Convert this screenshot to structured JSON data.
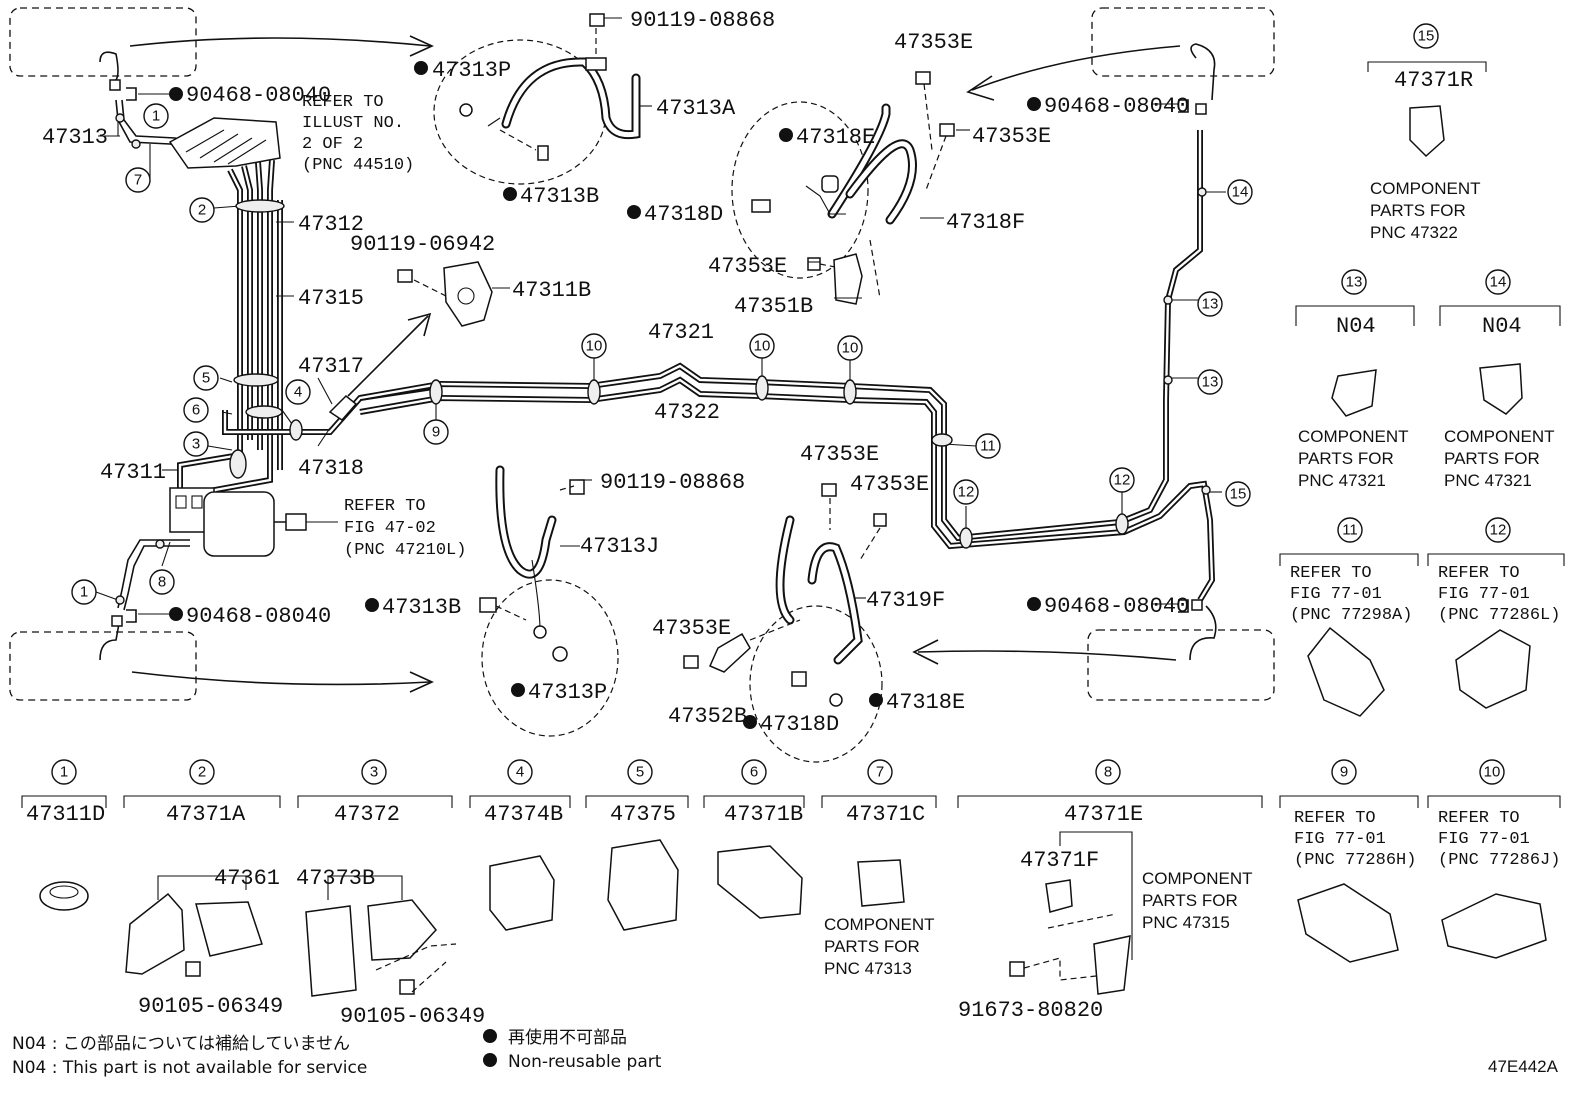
{
  "part_labels": {
    "p47313": "47313",
    "p47313P_top": "47313P",
    "p47313A": "47313A",
    "p47313B_top": "47313B",
    "p90119_08868_top": "90119-08868",
    "p47353E_a": "47353E",
    "p47353E_b": "47353E",
    "p47353E_c": "47353E",
    "p47353E_d": "47353E",
    "p47353E_e": "47353E",
    "p47353E_f": "47353E",
    "p47318E_top": "47318E",
    "p47318D_top": "47318D",
    "p47318F": "47318F",
    "p47351B": "47351B",
    "p90468_08040_tl": "90468-08040",
    "p90468_08040_tr": "90468-08040",
    "p90468_08040_bl": "90468-08040",
    "p90468_08040_br": "90468-08040",
    "p47312": "47312",
    "p47315": "47315",
    "p90119_06942": "90119-06942",
    "p47311B": "47311B",
    "p47321": "47321",
    "p47322": "47322",
    "p47317": "47317",
    "p47318": "47318",
    "p47311": "47311",
    "p90119_08868_bot": "90119-08868",
    "p47313J": "47313J",
    "p47319F": "47319F",
    "p47313B_bot": "47313B",
    "p47313P_bot": "47313P",
    "p47352B": "47352B",
    "p47318D_bot": "47318D",
    "p47318E_bot": "47318E"
  },
  "refer_notes": {
    "illust_line1": "REFER TO",
    "illust_line2": "ILLUST NO.",
    "illust_line3": "2 OF 2",
    "illust_line4": "(PNC 44510)",
    "fig4702_line1": "REFER TO",
    "fig4702_line2": "FIG 47-02",
    "fig4702_line3": "(PNC 47210L)"
  },
  "callouts": [
    "1",
    "2",
    "3",
    "4",
    "5",
    "6",
    "7",
    "8",
    "9",
    "10",
    "11",
    "12",
    "13",
    "14",
    "15"
  ],
  "key_parts": {
    "k1": "47311D",
    "k2": "47371A",
    "k2_sub": "47361",
    "k2_bolt": "90105-06349",
    "k3": "47372",
    "k3_sub": "47373B",
    "k3_bolt": "90105-06349",
    "k4": "47374B",
    "k5": "47375",
    "k6": "47371B",
    "k7": "47371C",
    "k7_note1": "COMPONENT",
    "k7_note2": "PARTS FOR",
    "k7_note3": "PNC 47313",
    "k8": "47371E",
    "k8_sub": "47371F",
    "k8_bolt": "91673-80820",
    "k8_note1": "COMPONENT",
    "k8_note2": "PARTS FOR",
    "k8_note3": "PNC 47315",
    "k9_line1": "REFER TO",
    "k9_line2": "FIG 77-01",
    "k9_line3": "(PNC 77286H)",
    "k10_line1": "REFER TO",
    "k10_line2": "FIG 77-01",
    "k10_line3": "(PNC 77286J)",
    "k11_line1": "REFER TO",
    "k11_line2": "FIG 77-01",
    "k11_line3": "(PNC 77298A)",
    "k12_line1": "REFER TO",
    "k12_line2": "FIG 77-01",
    "k12_line3": "(PNC 77286L)",
    "k13": "N04",
    "k13_note1": "COMPONENT",
    "k13_note2": "PARTS FOR",
    "k13_note3": "PNC 47321",
    "k14": "N04",
    "k14_note1": "COMPONENT",
    "k14_note2": "PARTS FOR",
    "k14_note3": "PNC 47321",
    "k15": "47371R",
    "k15_note1": "COMPONENT",
    "k15_note2": "PARTS FOR",
    "k15_note3": "PNC 47322"
  },
  "legend": {
    "n04_ja": "N04 : この部品については補給していません",
    "n04_en": "N04 : This part is not available for service",
    "nonreuse_ja": "再使用不可部品",
    "nonreuse_en": "Non-reusable part",
    "diagram_code": "47E442A"
  }
}
